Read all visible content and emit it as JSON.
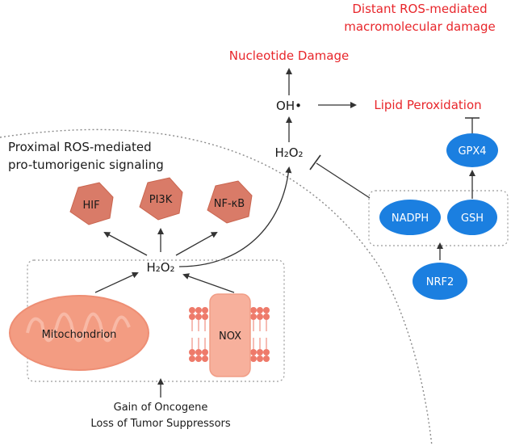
{
  "colors": {
    "red_text": "#e8262b",
    "protein_fill": "#d97b68",
    "protein_stroke": "#c9654f",
    "organelle_fill": "#f39c82",
    "nox_fill": "#f7b09c",
    "blue_node": "#1b7fe0",
    "cell_border": "#8a8a8a",
    "box_border": "#9a9a9a",
    "arrow": "#333333"
  },
  "labels": {
    "distant_line1": "Distant ROS-mediated",
    "distant_line2": "macromolecular damage",
    "nucleotide_damage": "Nucleotide Damage",
    "oh_radical": "OH•",
    "lipid_peroxidation": "Lipid Peroxidation",
    "h2o2_top": "H₂O₂",
    "h2o2_center": "H₂O₂",
    "proximal_line1": "Proximal ROS-mediated",
    "proximal_line2": "pro-tumorigenic signaling",
    "mitochondrion": "Mitochondrion",
    "nox": "NOX",
    "oncogene_line1": "Gain of Oncogene",
    "oncogene_line2": "Loss of Tumor Suppressors"
  },
  "signaling_nodes": [
    "HIF",
    "PI3K",
    "NF-κB"
  ],
  "antioxidant_nodes": {
    "nadph": "NADPH",
    "gsh": "GSH",
    "gpx4": "GPX4",
    "nrf2": "NRF2"
  }
}
